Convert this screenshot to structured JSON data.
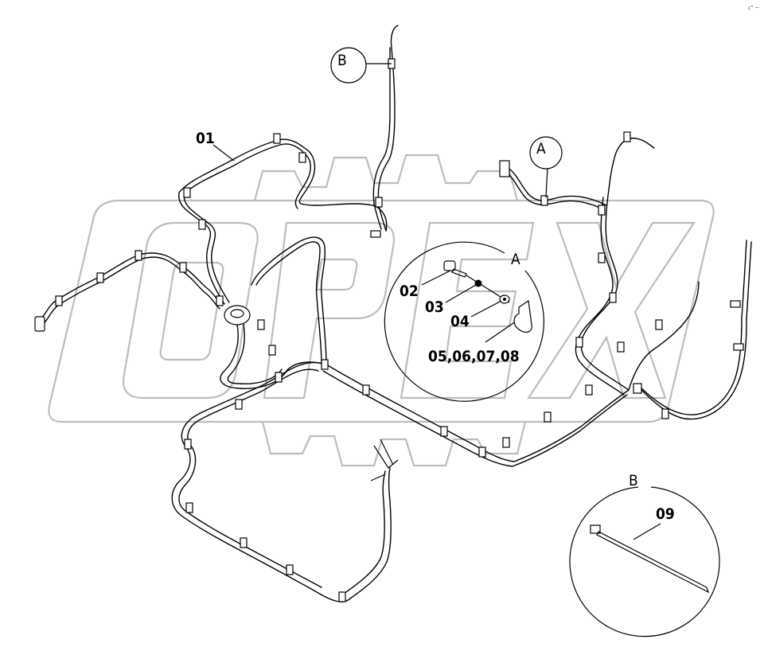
{
  "watermark": {
    "text": "OPEX"
  },
  "callouts": {
    "harness": "01",
    "bolt": "02",
    "nut": "03",
    "washer": "04",
    "clamp": "05,06,07,08",
    "cable_tie": "09"
  },
  "detail_markers": {
    "a": "A",
    "b": "B"
  },
  "details": {
    "a_title": "A",
    "b_title": "B"
  },
  "corner_mark": "c° ~"
}
